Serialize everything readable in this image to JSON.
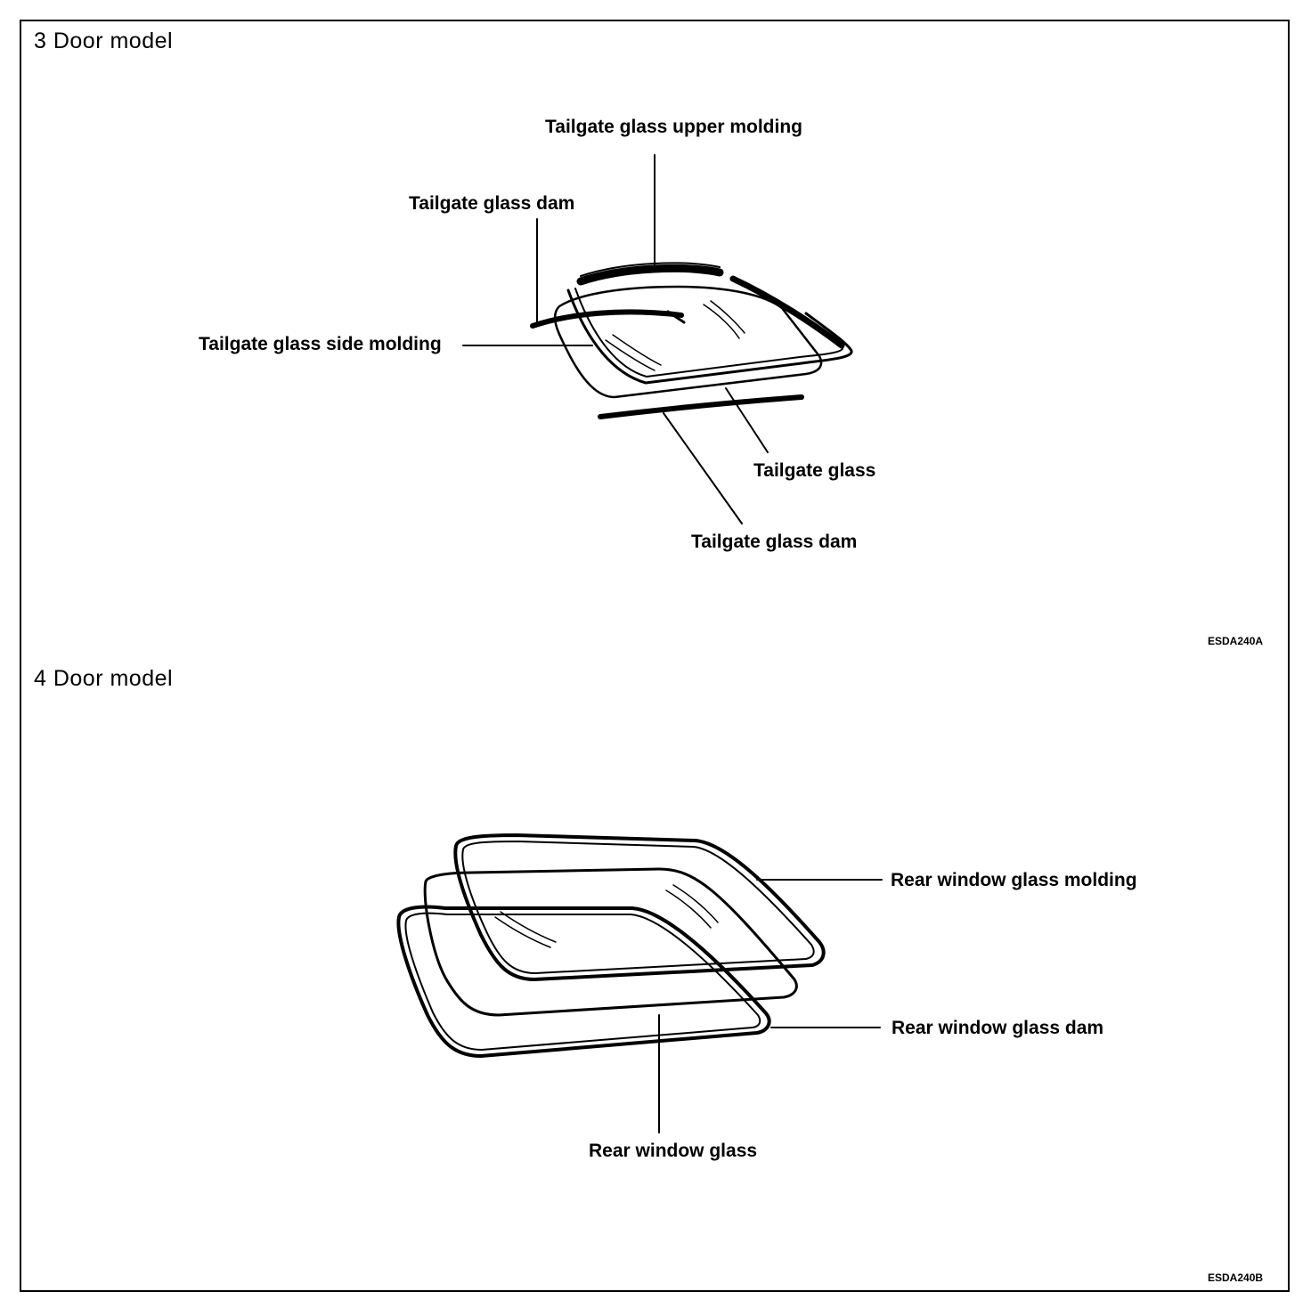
{
  "sections": [
    {
      "title": "3 Door model",
      "code": "ESDA240A",
      "labels": {
        "upper_molding": "Tailgate glass upper molding",
        "dam_top": "Tailgate glass dam",
        "side_molding": "Tailgate glass side molding",
        "glass": "Tailgate glass",
        "dam_bottom": "Tailgate glass dam"
      }
    },
    {
      "title": "4 Door model",
      "code": "ESDA240B",
      "labels": {
        "molding": "Rear window glass molding",
        "dam": "Rear window glass dam",
        "glass": "Rear window glass"
      }
    }
  ]
}
